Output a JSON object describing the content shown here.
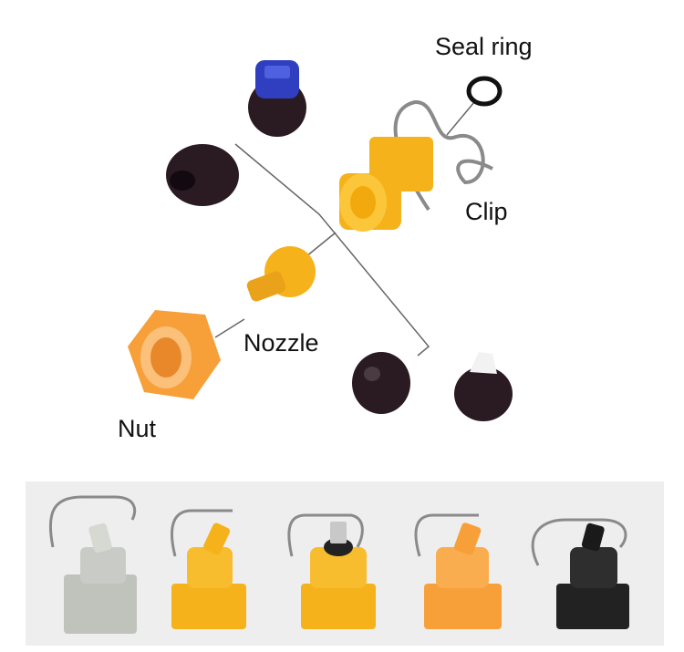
{
  "labels": {
    "seal_ring": "Seal ring",
    "clip": "Clip",
    "nozzle": "Nozzle",
    "nut": "Nut"
  },
  "colors": {
    "background": "#ffffff",
    "yellow_part": "#f5b21b",
    "orange_part": "#f7a03a",
    "black_part": "#2a1a22",
    "blue_cap": "#2f3fc0",
    "grey_part": "#bfc3bc",
    "wire": "#8a8a8a",
    "leader_line": "#666666"
  },
  "variants": [
    "grey",
    "yellow",
    "yellow-black-core",
    "orange",
    "black"
  ]
}
